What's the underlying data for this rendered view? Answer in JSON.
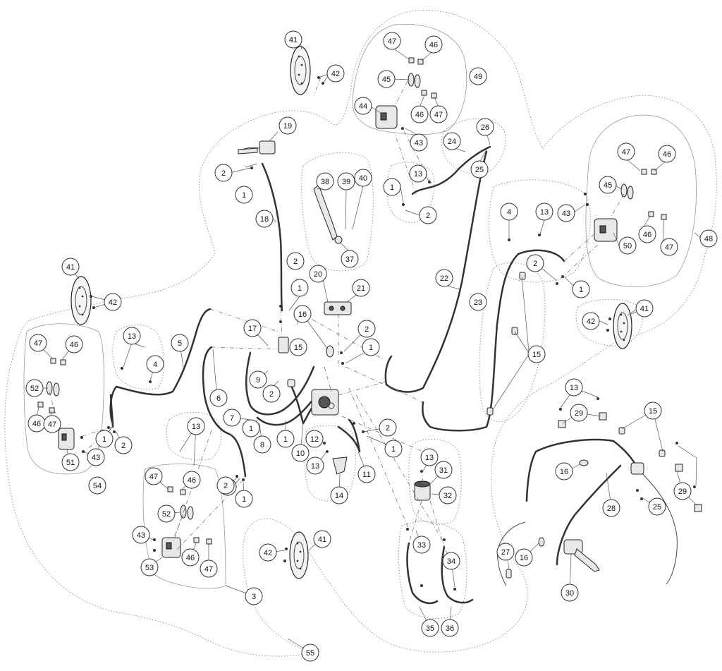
{
  "diagram": {
    "callouts": [
      {
        "id": "c41a",
        "label": "41"
      },
      {
        "id": "c42a",
        "label": "42"
      },
      {
        "id": "c47a",
        "label": "47"
      },
      {
        "id": "c46a",
        "label": "46"
      },
      {
        "id": "c49",
        "label": "49"
      },
      {
        "id": "c45a",
        "label": "45"
      },
      {
        "id": "c44",
        "label": "44"
      },
      {
        "id": "c46b",
        "label": "46"
      },
      {
        "id": "c47b",
        "label": "47"
      },
      {
        "id": "c43a",
        "label": "43"
      },
      {
        "id": "c19",
        "label": "19"
      },
      {
        "id": "c2a",
        "label": "2"
      },
      {
        "id": "c1a",
        "label": "1"
      },
      {
        "id": "c18",
        "label": "18"
      },
      {
        "id": "c38",
        "label": "38"
      },
      {
        "id": "c39",
        "label": "39"
      },
      {
        "id": "c40",
        "label": "40"
      },
      {
        "id": "c37",
        "label": "37"
      },
      {
        "id": "c24",
        "label": "24"
      },
      {
        "id": "c26",
        "label": "26"
      },
      {
        "id": "c25a",
        "label": "25"
      },
      {
        "id": "c13a",
        "label": "13"
      },
      {
        "id": "c1b",
        "label": "1"
      },
      {
        "id": "c2b",
        "label": "2"
      },
      {
        "id": "c47c",
        "label": "47"
      },
      {
        "id": "c46c",
        "label": "46"
      },
      {
        "id": "c45b",
        "label": "45"
      },
      {
        "id": "c43b",
        "label": "43"
      },
      {
        "id": "c4a",
        "label": "4"
      },
      {
        "id": "c13b",
        "label": "13"
      },
      {
        "id": "c46d",
        "label": "46"
      },
      {
        "id": "c50",
        "label": "50"
      },
      {
        "id": "c47d",
        "label": "47"
      },
      {
        "id": "c48",
        "label": "48"
      },
      {
        "id": "c22",
        "label": "22"
      },
      {
        "id": "c2c",
        "label": "2"
      },
      {
        "id": "c1c",
        "label": "1"
      },
      {
        "id": "c20",
        "label": "20"
      },
      {
        "id": "c21",
        "label": "21"
      },
      {
        "id": "c2d",
        "label": "2"
      },
      {
        "id": "c1d",
        "label": "1"
      },
      {
        "id": "c41b",
        "label": "41"
      },
      {
        "id": "c42b",
        "label": "42"
      },
      {
        "id": "c23",
        "label": "23"
      },
      {
        "id": "c41c",
        "label": "41"
      },
      {
        "id": "c42c",
        "label": "42"
      },
      {
        "id": "c16a",
        "label": "16"
      },
      {
        "id": "c2e",
        "label": "2"
      },
      {
        "id": "c1e",
        "label": "1"
      },
      {
        "id": "c17",
        "label": "17"
      },
      {
        "id": "c15a",
        "label": "15"
      },
      {
        "id": "c15b",
        "label": "15"
      },
      {
        "id": "c13c",
        "label": "13"
      },
      {
        "id": "c5",
        "label": "5"
      },
      {
        "id": "c47e",
        "label": "47"
      },
      {
        "id": "c46e",
        "label": "46"
      },
      {
        "id": "c4b",
        "label": "4"
      },
      {
        "id": "c9",
        "label": "9"
      },
      {
        "id": "c2f",
        "label": "2"
      },
      {
        "id": "c52a",
        "label": "52"
      },
      {
        "id": "c46f",
        "label": "46"
      },
      {
        "id": "c47f",
        "label": "47"
      },
      {
        "id": "c6",
        "label": "6"
      },
      {
        "id": "c2g",
        "label": "2"
      },
      {
        "id": "c7",
        "label": "7"
      },
      {
        "id": "c1f",
        "label": "1"
      },
      {
        "id": "c13d",
        "label": "13"
      },
      {
        "id": "c15c",
        "label": "15"
      },
      {
        "id": "c29a",
        "label": "29"
      },
      {
        "id": "c1g",
        "label": "1"
      },
      {
        "id": "c2h",
        "label": "2"
      },
      {
        "id": "c8",
        "label": "8"
      },
      {
        "id": "c1h",
        "label": "1"
      },
      {
        "id": "c10",
        "label": "10"
      },
      {
        "id": "c12",
        "label": "12"
      },
      {
        "id": "c2i",
        "label": "2"
      },
      {
        "id": "c1i",
        "label": "1"
      },
      {
        "id": "c43c",
        "label": "43"
      },
      {
        "id": "c51",
        "label": "51"
      },
      {
        "id": "c13e",
        "label": "13"
      },
      {
        "id": "c13f",
        "label": "13"
      },
      {
        "id": "c11",
        "label": "11"
      },
      {
        "id": "c31",
        "label": "31"
      },
      {
        "id": "c13g",
        "label": "13"
      },
      {
        "id": "c16b",
        "label": "16"
      },
      {
        "id": "c54",
        "label": "54"
      },
      {
        "id": "c47g",
        "label": "47"
      },
      {
        "id": "c46g",
        "label": "46"
      },
      {
        "id": "c2j",
        "label": "2"
      },
      {
        "id": "c1j",
        "label": "1"
      },
      {
        "id": "c14",
        "label": "14"
      },
      {
        "id": "c32",
        "label": "32"
      },
      {
        "id": "c29b",
        "label": "29"
      },
      {
        "id": "c52b",
        "label": "52"
      },
      {
        "id": "c28",
        "label": "28"
      },
      {
        "id": "c25b",
        "label": "25"
      },
      {
        "id": "c43d",
        "label": "43"
      },
      {
        "id": "c41d",
        "label": "41"
      },
      {
        "id": "c42d",
        "label": "42"
      },
      {
        "id": "c33",
        "label": "33"
      },
      {
        "id": "c27",
        "label": "27"
      },
      {
        "id": "c16c",
        "label": "16"
      },
      {
        "id": "c53",
        "label": "53"
      },
      {
        "id": "c46h",
        "label": "46"
      },
      {
        "id": "c47h",
        "label": "47"
      },
      {
        "id": "c34",
        "label": "34"
      },
      {
        "id": "c30",
        "label": "30"
      },
      {
        "id": "c3",
        "label": "3"
      },
      {
        "id": "c35",
        "label": "35"
      },
      {
        "id": "c36",
        "label": "36"
      },
      {
        "id": "c55",
        "label": "55"
      }
    ]
  }
}
